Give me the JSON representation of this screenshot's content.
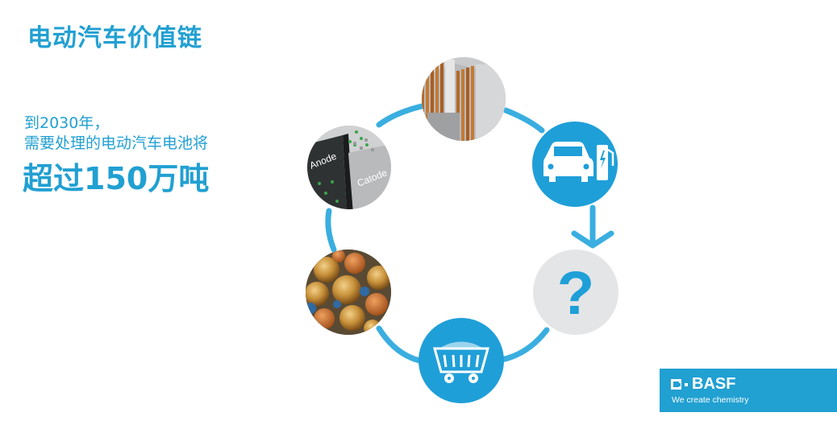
{
  "title": "电动汽车价值链",
  "stat": {
    "line1": "到2030年，",
    "line2": "需要处理的电动汽车电池将",
    "highlight": "超过150万吨"
  },
  "cycle": {
    "steps": [
      {
        "name": "battery-cells",
        "icon": "battery-cells-image"
      },
      {
        "name": "ev-charging",
        "icon": "car-charging-icon"
      },
      {
        "name": "unknown",
        "icon": "question-mark-icon",
        "text": "?"
      },
      {
        "name": "mining-cart",
        "icon": "mine-cart-icon"
      },
      {
        "name": "materials",
        "icon": "material-particles-image"
      },
      {
        "name": "electrodes",
        "icon": "anode-cathode-image",
        "anode_label": "Anode",
        "cathode_label": "Catode"
      }
    ]
  },
  "brand": {
    "name": "BASF",
    "tagline": "We create chemistry"
  },
  "colors": {
    "accent": "#21a0d2",
    "ring": "#3aaee0",
    "grey_circle": "#e4e5e6"
  }
}
